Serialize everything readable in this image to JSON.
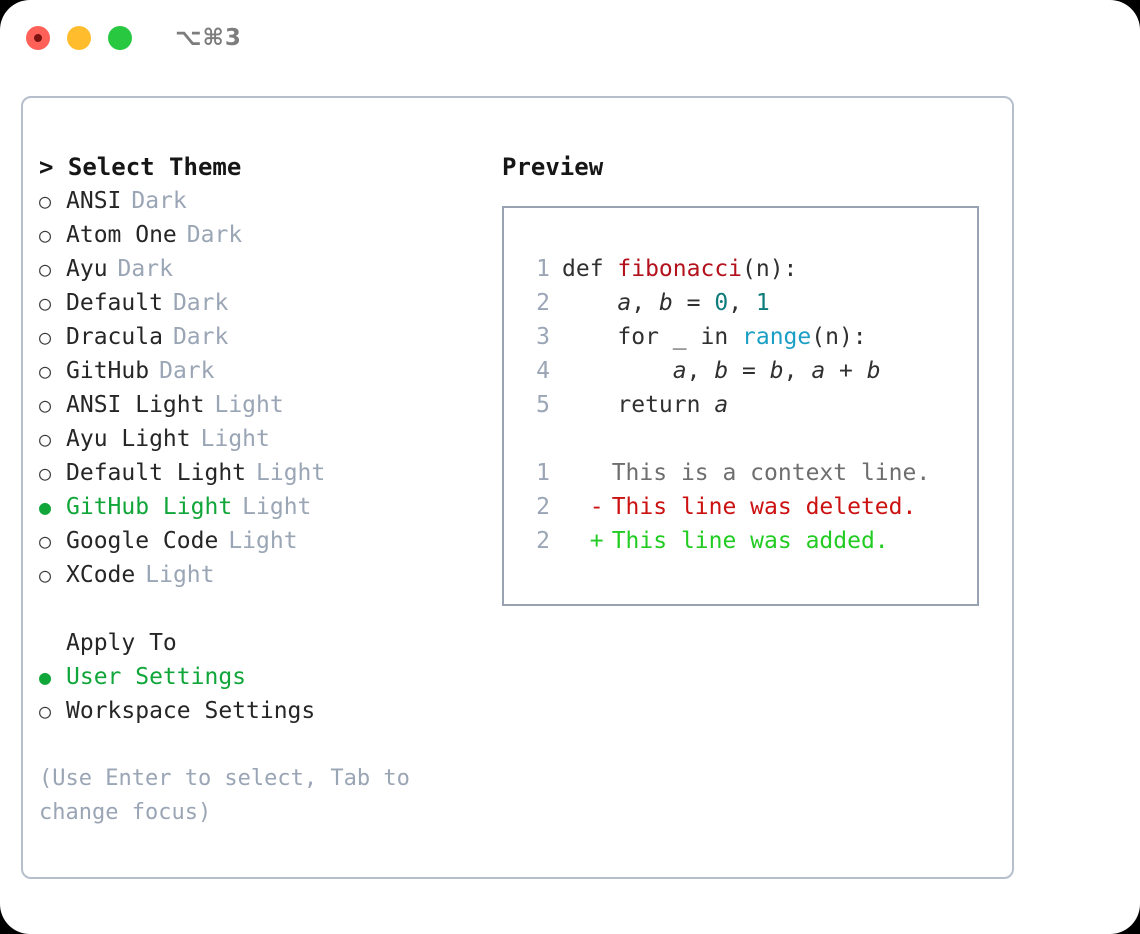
{
  "window": {
    "shortcut": "⌥⌘3",
    "traffic_lights": [
      {
        "name": "close",
        "color": "#ff6159"
      },
      {
        "name": "minimize",
        "color": "#ffbd2e"
      },
      {
        "name": "maximize",
        "color": "#28c840"
      }
    ]
  },
  "colors": {
    "selected_green": "#10a63a",
    "tag_grey": "#9aa5b5",
    "panel_border": "#b7bfcd",
    "preview_border": "#98a2b3",
    "diff_added": "#22cc22",
    "diff_deleted": "#cc1111",
    "code_function": "#b3121d",
    "code_number": "#0e7c7b",
    "code_builtin": "#1b9fc4"
  },
  "theme_list": {
    "caret": ">",
    "header": "Select Theme",
    "marker_off": "○",
    "marker_on": "●",
    "items": [
      {
        "label": "ANSI",
        "tag": "Dark",
        "selected": false
      },
      {
        "label": "Atom One",
        "tag": "Dark",
        "selected": false
      },
      {
        "label": "Ayu",
        "tag": "Dark",
        "selected": false
      },
      {
        "label": "Default",
        "tag": "Dark",
        "selected": false
      },
      {
        "label": "Dracula",
        "tag": "Dark",
        "selected": false
      },
      {
        "label": "GitHub",
        "tag": "Dark",
        "selected": false
      },
      {
        "label": "ANSI Light",
        "tag": "Light",
        "selected": false
      },
      {
        "label": "Ayu Light",
        "tag": "Light",
        "selected": false
      },
      {
        "label": "Default Light",
        "tag": "Light",
        "selected": false
      },
      {
        "label": "GitHub Light",
        "tag": "Light",
        "selected": true
      },
      {
        "label": "Google Code",
        "tag": "Light",
        "selected": false
      },
      {
        "label": "XCode",
        "tag": "Light",
        "selected": false
      }
    ]
  },
  "apply_to": {
    "header": "Apply To",
    "items": [
      {
        "label": "User Settings",
        "selected": true
      },
      {
        "label": "Workspace Settings",
        "selected": false
      }
    ]
  },
  "hint": "(Use Enter to select, Tab to change focus)",
  "preview": {
    "title": "Preview",
    "code_lines": [
      {
        "num": "1",
        "tokens": [
          {
            "text": "def ",
            "type": "plain"
          },
          {
            "text": "fibonacci",
            "type": "function"
          },
          {
            "text": "(n):",
            "type": "plain"
          }
        ]
      },
      {
        "num": "2",
        "tokens": [
          {
            "text": "    ",
            "type": "plain"
          },
          {
            "text": "a",
            "type": "variable"
          },
          {
            "text": ", ",
            "type": "plain"
          },
          {
            "text": "b",
            "type": "variable"
          },
          {
            "text": " = ",
            "type": "plain"
          },
          {
            "text": "0",
            "type": "number"
          },
          {
            "text": ", ",
            "type": "plain"
          },
          {
            "text": "1",
            "type": "number"
          }
        ]
      },
      {
        "num": "3",
        "tokens": [
          {
            "text": "    for _ in ",
            "type": "plain"
          },
          {
            "text": "range",
            "type": "builtin"
          },
          {
            "text": "(n):",
            "type": "plain"
          }
        ]
      },
      {
        "num": "4",
        "tokens": [
          {
            "text": "        ",
            "type": "plain"
          },
          {
            "text": "a",
            "type": "variable"
          },
          {
            "text": ", ",
            "type": "plain"
          },
          {
            "text": "b",
            "type": "variable"
          },
          {
            "text": " = ",
            "type": "plain"
          },
          {
            "text": "b",
            "type": "variable"
          },
          {
            "text": ", ",
            "type": "plain"
          },
          {
            "text": "a",
            "type": "variable"
          },
          {
            "text": " + ",
            "type": "plain"
          },
          {
            "text": "b",
            "type": "variable"
          }
        ]
      },
      {
        "num": "5",
        "tokens": [
          {
            "text": "    return ",
            "type": "plain"
          },
          {
            "text": "a",
            "type": "variable"
          }
        ]
      }
    ],
    "diff_lines": [
      {
        "num": "1",
        "marker": " ",
        "text": "This is a context line.",
        "kind": "context"
      },
      {
        "num": "2",
        "marker": "-",
        "text": "This line was deleted.",
        "kind": "deleted"
      },
      {
        "num": "2",
        "marker": "+",
        "text": "This line was added.",
        "kind": "added"
      }
    ]
  }
}
